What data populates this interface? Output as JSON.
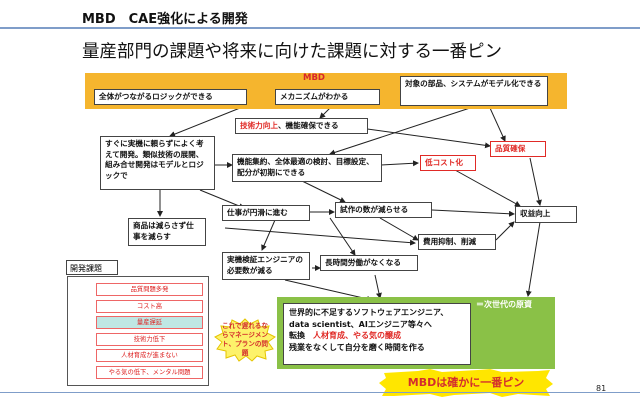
{
  "header": {
    "section": "MBD　CAE強化による開発",
    "title": "量産部門の課題や将来に向けた課題に対する一番ピン"
  },
  "band": {
    "label": "MBD",
    "box_logic": "全体がつながるロジックができる",
    "box_mechanism": "メカニズムがわかる",
    "box_parts_model": "対象の部品、システムがモデル化できる"
  },
  "nodes": {
    "tech_up_red": "技術力向上",
    "tech_up_rest": "、機能確保できる",
    "quality": "品質確保",
    "no_real_dependence": "すぐに実機に頼らずによく考えて開発。類似技術の展開、組み合せ開発はモデルとロジックで",
    "function_integration": "機能集約、全体最適の検討、目標設定、配分が初期にできる",
    "low_cost": "低コスト化",
    "smooth_work": "仕事が円滑に進む",
    "fewer_trials": "試作の数が減らせる",
    "profit_up": "収益向上",
    "product_work": "商品は減らさず仕事を減らす",
    "cost_reduction": "費用抑制、削減",
    "fewer_engineers": "実機検証エンジニアの必要数が減る",
    "no_overtime": "長時間労働がなくなる"
  },
  "nextgen": {
    "label": "＝次世代の原資",
    "line1": "世界的に不足するソフトウェアエンジニア、",
    "line2": "data scientist、AIエンジニア等々へ",
    "line3_pre": "転換　",
    "line3_red": "人材育成、やる気の醸成",
    "line4": "残業をなくして自分を磨く時間を作る"
  },
  "issues": {
    "label": "開発課題",
    "items": [
      "品質問題多発",
      "コスト高",
      "量産遅延",
      "技術力低下",
      "人材育成が進まない",
      "やる気の低下、メンタル問題"
    ]
  },
  "callout": "これで遅れるならマネージメント、プランの問題",
  "banner": "MBDは確かに一番ピン",
  "page_number": "81",
  "colors": {
    "band": "#f5b52e",
    "green": "#8ac147",
    "accent_red": "#e02a26",
    "highlight": "#bfe7e4",
    "banner": "#ffe600"
  }
}
